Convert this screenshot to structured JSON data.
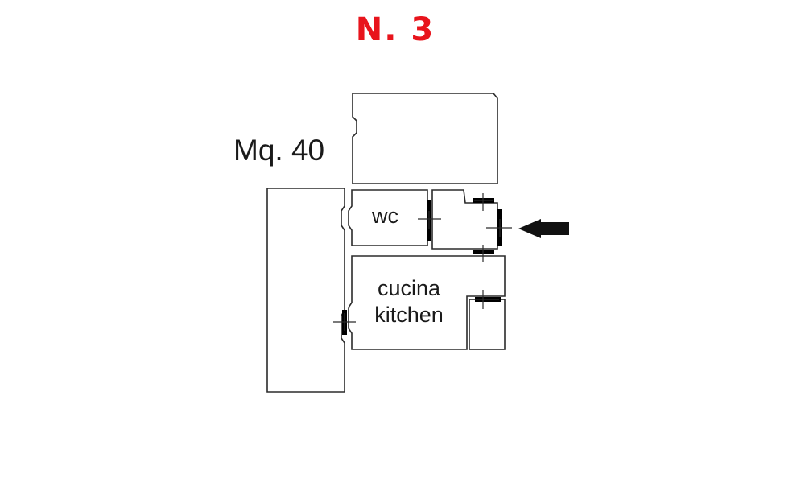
{
  "title": "N. 3",
  "area_label": "Mq. 40",
  "rooms": {
    "wc": "wc",
    "kitchen_it": "cucina",
    "kitchen_en": "kitchen"
  },
  "colors": {
    "title": "#e8141c",
    "walls": "#2b2b2b",
    "doors": "#000000"
  },
  "icons": {
    "entrance": "arrow-left-icon"
  }
}
